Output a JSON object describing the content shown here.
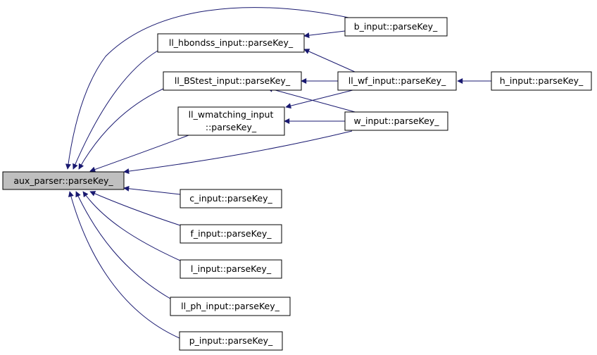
{
  "colors": {
    "edge": "#191970",
    "root_fill": "#bfbfbf",
    "node_fill": "#ffffff",
    "border": "#000000"
  },
  "nodes": {
    "aux_parser": {
      "lines": [
        "aux_parser::parseKey_"
      ]
    },
    "ll_hbondss": {
      "lines": [
        "ll_hbondss_input::parseKey_"
      ]
    },
    "ll_bstest": {
      "lines": [
        "ll_BStest_input::parseKey_"
      ]
    },
    "ll_wmatching": {
      "lines": [
        "ll_wmatching_input",
        "::parseKey_"
      ]
    },
    "b_input": {
      "lines": [
        "b_input::parseKey_"
      ]
    },
    "ll_wf": {
      "lines": [
        "ll_wf_input::parseKey_"
      ]
    },
    "w_input": {
      "lines": [
        "w_input::parseKey_"
      ]
    },
    "h_input": {
      "lines": [
        "h_input::parseKey_"
      ]
    },
    "c_input": {
      "lines": [
        "c_input::parseKey_"
      ]
    },
    "f_input": {
      "lines": [
        "f_input::parseKey_"
      ]
    },
    "l_input": {
      "lines": [
        "l_input::parseKey_"
      ]
    },
    "ll_ph": {
      "lines": [
        "ll_ph_input::parseKey_"
      ]
    },
    "p_input": {
      "lines": [
        "p_input::parseKey_"
      ]
    }
  },
  "edges": [
    {
      "from": "ll_hbondss",
      "to": "aux_parser"
    },
    {
      "from": "ll_bstest",
      "to": "aux_parser"
    },
    {
      "from": "ll_wmatching",
      "to": "aux_parser"
    },
    {
      "from": "b_input",
      "to": "aux_parser"
    },
    {
      "from": "w_input",
      "to": "aux_parser"
    },
    {
      "from": "c_input",
      "to": "aux_parser"
    },
    {
      "from": "f_input",
      "to": "aux_parser"
    },
    {
      "from": "l_input",
      "to": "aux_parser"
    },
    {
      "from": "ll_ph",
      "to": "aux_parser"
    },
    {
      "from": "p_input",
      "to": "aux_parser"
    },
    {
      "from": "b_input",
      "to": "ll_hbondss"
    },
    {
      "from": "ll_wf",
      "to": "ll_hbondss"
    },
    {
      "from": "ll_wf",
      "to": "ll_bstest"
    },
    {
      "from": "w_input",
      "to": "ll_bstest"
    },
    {
      "from": "ll_wf",
      "to": "ll_wmatching"
    },
    {
      "from": "w_input",
      "to": "ll_wmatching"
    },
    {
      "from": "h_input",
      "to": "ll_wf"
    }
  ]
}
